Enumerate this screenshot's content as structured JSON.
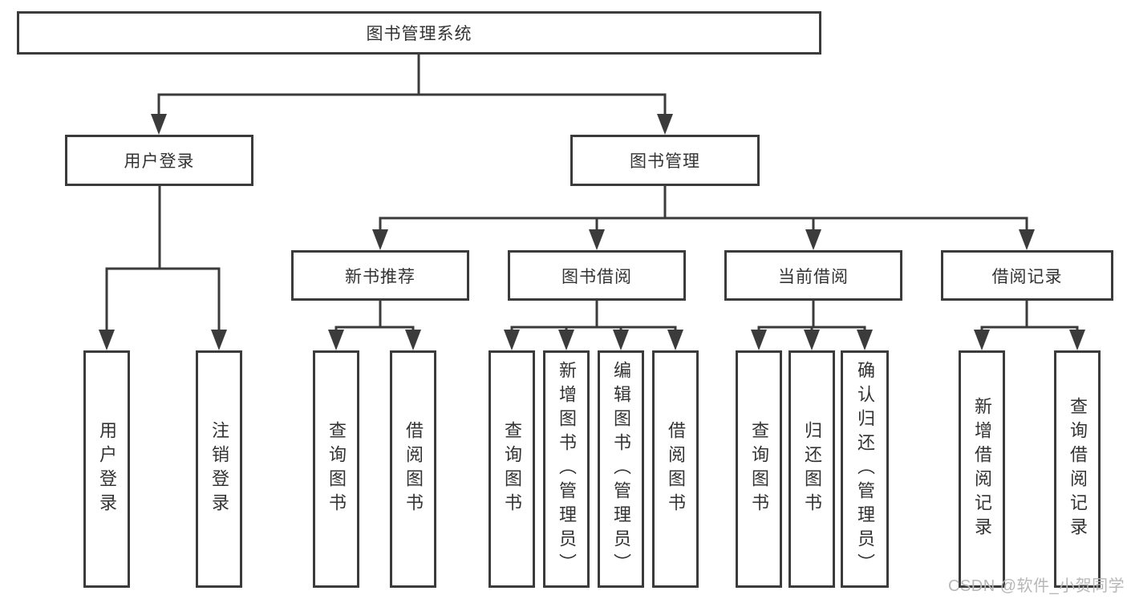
{
  "colors": {
    "line": "#3b3b3b",
    "box_border": "#3b3b3b",
    "text": "#333333",
    "watermark": "#b7b7b7",
    "background": "#ffffff"
  },
  "tree": {
    "root": {
      "label": "图书管理系统"
    },
    "level2": [
      {
        "id": "user-login",
        "label": "用户登录"
      },
      {
        "id": "book-management",
        "label": "图书管理"
      }
    ],
    "level3": [
      {
        "id": "new-book-recommend",
        "label": "新书推荐"
      },
      {
        "id": "book-borrowing",
        "label": "图书借阅"
      },
      {
        "id": "current-borrowing",
        "label": "当前借阅"
      },
      {
        "id": "borrowing-records",
        "label": "借阅记录"
      }
    ],
    "leaves": [
      {
        "id": "user-login-action",
        "parent": "user-login",
        "label": "用户登录"
      },
      {
        "id": "logout-action",
        "parent": "user-login",
        "label": "注销登录"
      },
      {
        "id": "query-books-recommend",
        "parent": "new-book-recommend",
        "label": "查询图书"
      },
      {
        "id": "borrow-books-recommend",
        "parent": "new-book-recommend",
        "label": "借阅图书"
      },
      {
        "id": "query-books-borrowing",
        "parent": "book-borrowing",
        "label": "查询图书"
      },
      {
        "id": "add-books-admin",
        "parent": "book-borrowing",
        "label": "新增图书（管理员）"
      },
      {
        "id": "edit-books-admin",
        "parent": "book-borrowing",
        "label": "编辑图书（管理员）"
      },
      {
        "id": "borrow-books-borrowing",
        "parent": "book-borrowing",
        "label": "借阅图书"
      },
      {
        "id": "query-books-current",
        "parent": "current-borrowing",
        "label": "查询图书"
      },
      {
        "id": "return-books",
        "parent": "current-borrowing",
        "label": "归还图书"
      },
      {
        "id": "confirm-return-admin",
        "parent": "current-borrowing",
        "label": "确认归还（管理员）"
      },
      {
        "id": "add-borrow-record",
        "parent": "borrowing-records",
        "label": "新增借阅记录"
      },
      {
        "id": "query-borrow-record",
        "parent": "borrowing-records",
        "label": "查询借阅记录"
      }
    ]
  },
  "watermark": {
    "text": "CSDN @软件_小贺同学"
  }
}
